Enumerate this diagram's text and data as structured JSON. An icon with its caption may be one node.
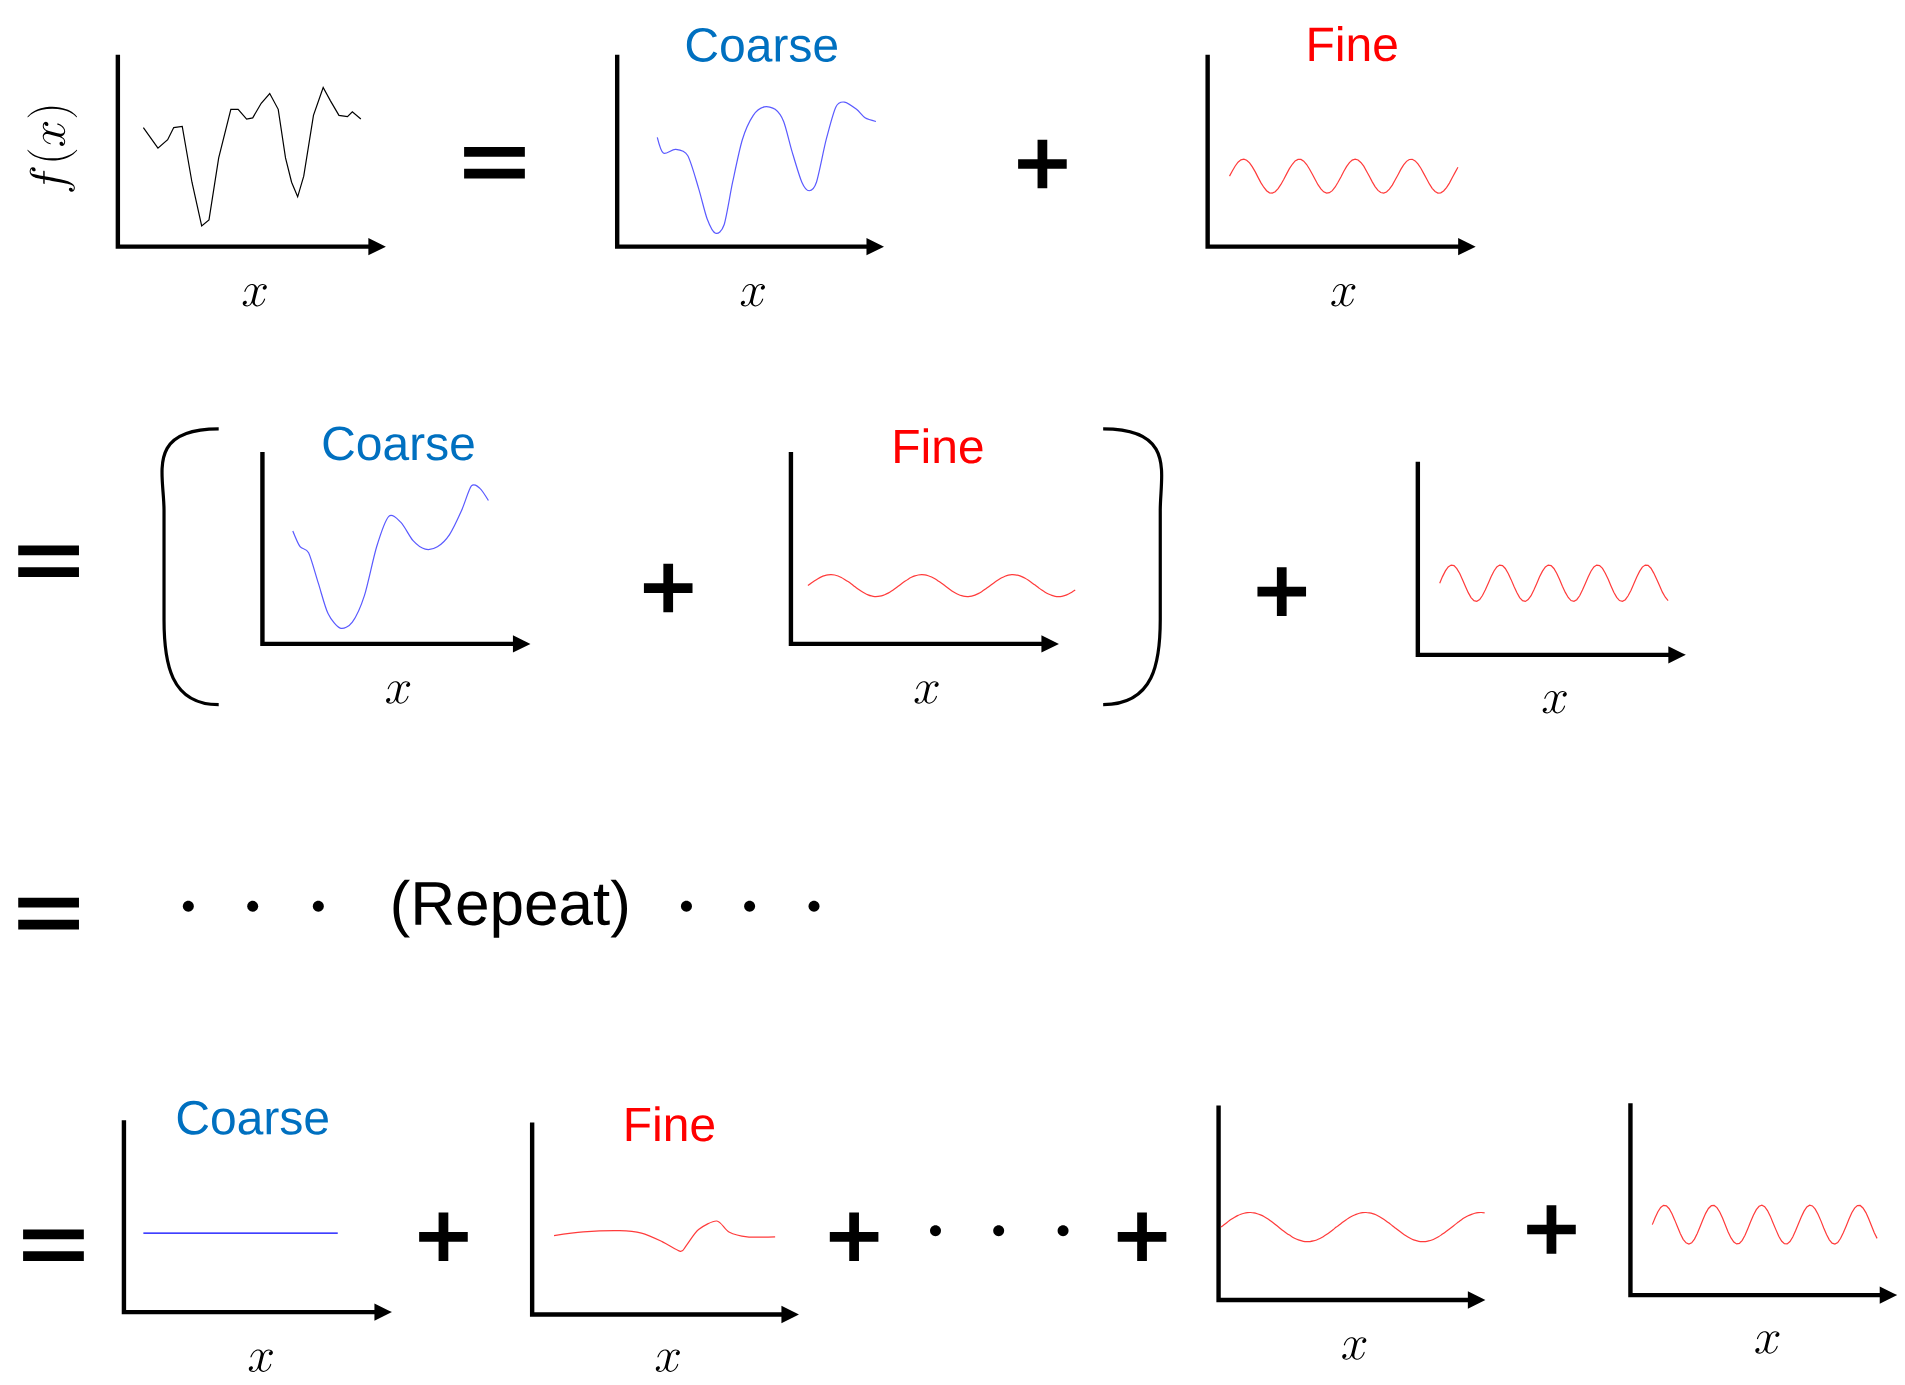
{
  "diagram": {
    "labels": [
      "Coarse",
      "Fine",
      "f(x)",
      "x",
      "x",
      "x",
      "Coarse",
      "Fine",
      "x",
      "x",
      "x",
      "(Repeat)",
      "Coarse",
      "Fine",
      "x",
      "x",
      "x",
      "x"
    ]
  }
}
